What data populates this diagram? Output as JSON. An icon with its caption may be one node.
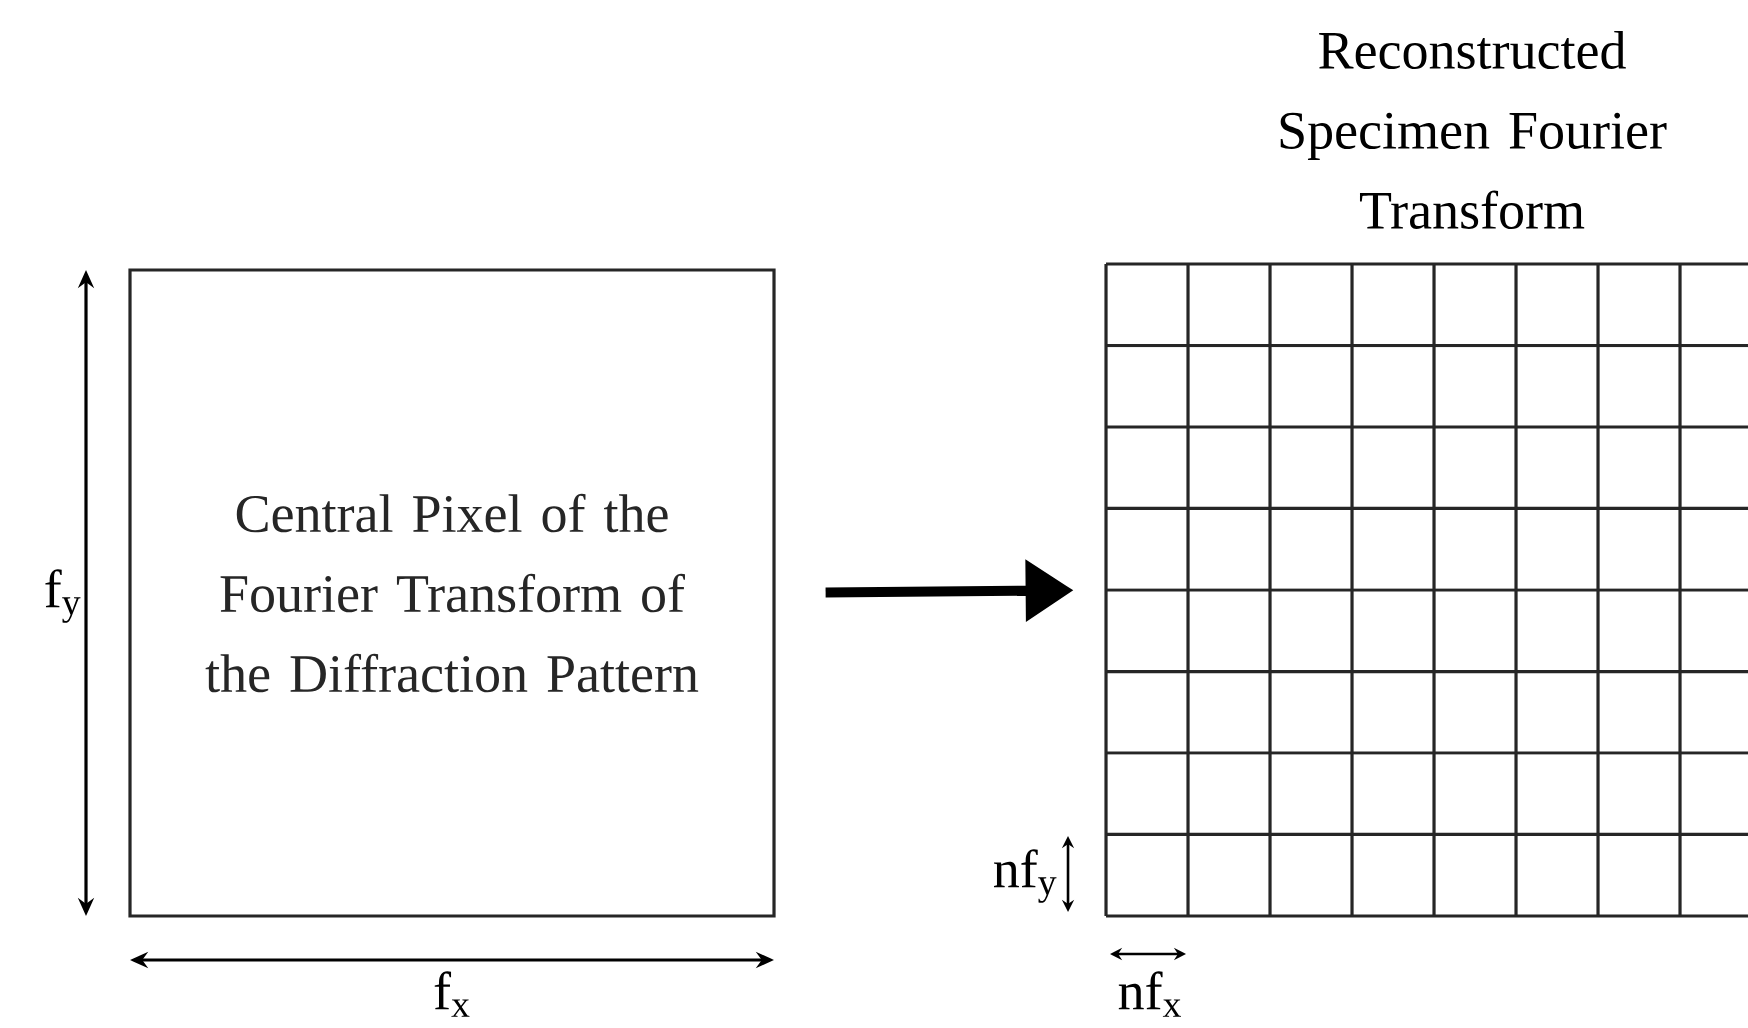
{
  "diagram": {
    "nodes": [
      {
        "text": [
          "Central Pixel of the Fourier Transform of the Diffraction Pattern"
        ]
      },
      {
        "text": [
          "Reconstructed Specimen Fourier Transform"
        ]
      }
    ],
    "edges": [
      {
        "from": 0,
        "to": 1,
        "arrow": "to"
      }
    ],
    "labels": [
      "f$_{y}$",
      "nf$_{y}$",
      "f$_{x}$",
      "nf$_{x}$"
    ]
  }
}
